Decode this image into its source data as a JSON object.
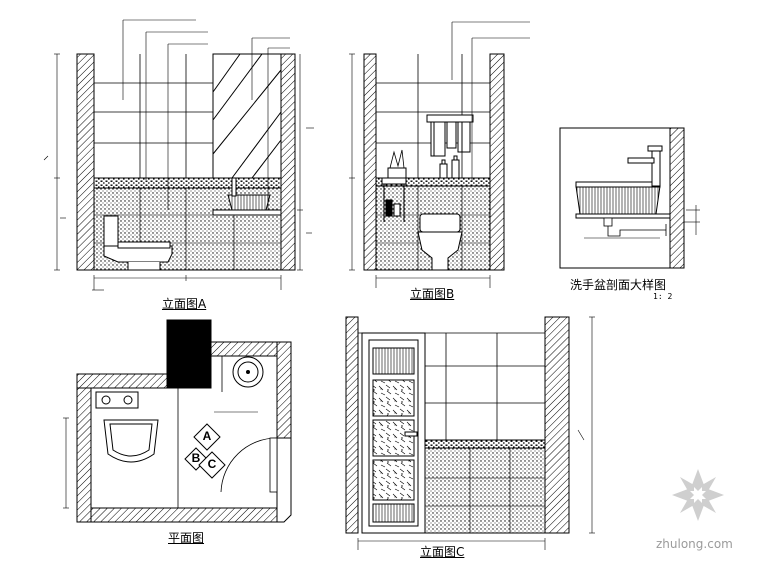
{
  "titles": {
    "elev_a": "立面图A",
    "elev_b": "立面图B",
    "elev_c": "立面图C",
    "plan": "平面图",
    "detail": "洗手盆剖面大样图",
    "detail_scale": "1: 2"
  },
  "plan_markers": {
    "a": "A",
    "b": "B",
    "c": "C"
  },
  "watermark": "zhulong.com"
}
